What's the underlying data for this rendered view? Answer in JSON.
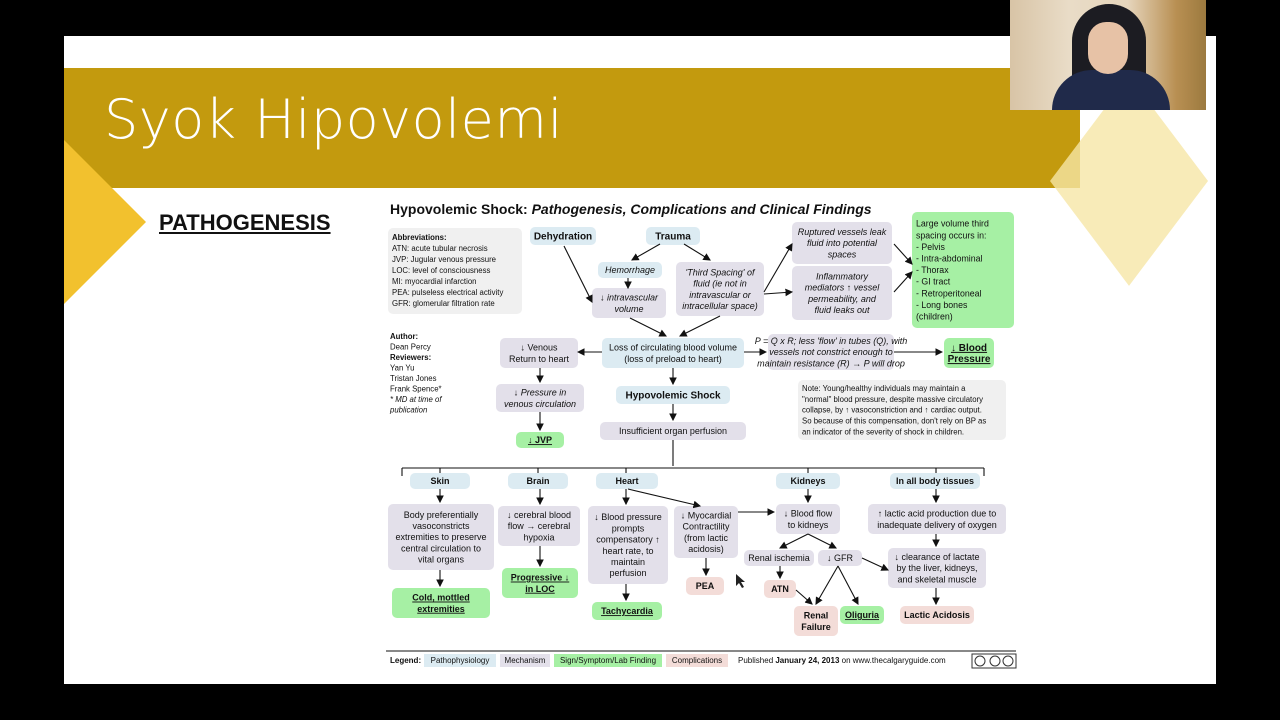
{
  "slide": {
    "title": "Syok Hipovolemi",
    "section": "PATHOGENESIS"
  },
  "figure": {
    "heading_a": "Hypovolemic Shock: ",
    "heading_b": "Pathogenesis, Complications and Clinical Findings",
    "abbrev": [
      "Abbreviations:",
      "ATN: acute tubular necrosis",
      "JVP: Jugular venous pressure",
      "LOC: level of consciousness",
      "MI: myocardial infarction",
      "PEA: pulseless electrical activity",
      "GFR: glomerular filtration rate"
    ],
    "author": [
      "Author:",
      "Dean Percy",
      "Reviewers:",
      "Yan Yu",
      "Tristan Jones",
      "Frank Spence*",
      "* MD at time of",
      "publication"
    ],
    "dehydration": "Dehydration",
    "trauma": "Trauma",
    "hemorrhage": "Hemorrhage",
    "intravascular": [
      "↓ intravascular",
      "volume"
    ],
    "third_spacing": [
      "'Third Spacing' of",
      "fluid (ie not in",
      "intravascular or",
      "intracellular space)"
    ],
    "ruptured": [
      "Ruptured vessels leak",
      "fluid into potential",
      "spaces"
    ],
    "inflammatory": [
      "Inflammatory",
      "mediators ↑ vessel",
      "permeability, and",
      "fluid leaks out"
    ],
    "large_volume": [
      "Large volume third",
      "spacing occurs in:",
      "- Pelvis",
      "- Intra-abdominal",
      "- Thorax",
      "- GI tract",
      "- Retroperitoneal",
      "- Long bones",
      "(children)"
    ],
    "venous_return": [
      "↓ Venous",
      "Return to heart"
    ],
    "loss_volume": [
      "Loss of circulating blood volume",
      "(loss of preload to heart)"
    ],
    "pqr": [
      "P = Q x R; less 'flow' in tubes (Q), with",
      "vessels not constrict enough to",
      "maintain resistance (R) → P will drop"
    ],
    "blood_pressure": [
      "↓ Blood",
      "Pressure"
    ],
    "pressure_venous": [
      "↓ Pressure in",
      "venous circulation"
    ],
    "hypovolemic_shock": "Hypovolemic Shock",
    "note": [
      "Note: Young/healthy individuals may maintain a",
      "\"normal\" blood pressure, despite massive circulatory",
      "collapse, by ↑ vasoconstriction and ↑ cardiac output.",
      "So because of this compensation, don't rely on BP as",
      "an indicator of the severity of shock in children."
    ],
    "jvp": "↓ JVP",
    "insufficient": "Insufficient organ perfusion",
    "skin": "Skin",
    "brain": "Brain",
    "heart": "Heart",
    "kidneys": "Kidneys",
    "tissues": "In all body tissues",
    "skin_desc": [
      "Body preferentially",
      "vasoconstricts",
      "extremities to preserve",
      "central circulation to",
      "vital organs"
    ],
    "brain_desc": [
      "↓ cerebral blood",
      "flow → cerebral",
      "hypoxia"
    ],
    "heart_bp": [
      "↓ Blood pressure",
      "prompts",
      "compensatory ↑",
      "heart rate, to",
      "maintain",
      "perfusion"
    ],
    "myocardial": [
      "↓ Myocardial",
      "Contractility",
      "(from lactic",
      "acidosis)"
    ],
    "kidney_flow": [
      "↓ Blood flow",
      "to kidneys"
    ],
    "lactic_prod": [
      "↑ lactic acid production due to",
      "inadequate delivery of oxygen"
    ],
    "renal_ischemia": "Renal ischemia",
    "gfr": "↓ GFR",
    "clearance": [
      "↓ clearance of lactate",
      "by the liver, kidneys,",
      "and skeletal muscle"
    ],
    "cold": [
      "Cold, mottled",
      "extremities"
    ],
    "progressive": [
      "Progressive ↓",
      "in LOC"
    ],
    "tachycardia": "Tachycardia",
    "pea": "PEA",
    "atn": "ATN",
    "renal_failure": [
      "Renal",
      "Failure"
    ],
    "oliguria": "Oliguria",
    "lactic_acidosis": "Lactic Acidosis",
    "legend_label": "Legend:",
    "legend": [
      "Pathophysiology",
      "Mechanism",
      "Sign/Symptom/Lab Finding",
      "Complications"
    ],
    "published_a": "Published ",
    "published_b": "January 24, 2013",
    "published_c": " on www.thecalgaryguide.com"
  },
  "colors": {
    "banner": "#c39a0e",
    "patho": "#dcebf2",
    "mechanism": "#e3e0ea",
    "sign": "#a6f0a4",
    "complication": "#f3dcd8"
  },
  "nav": [
    "prev-arrow-icon",
    "pen-icon",
    "notes-icon",
    "next-arrow-icon"
  ]
}
